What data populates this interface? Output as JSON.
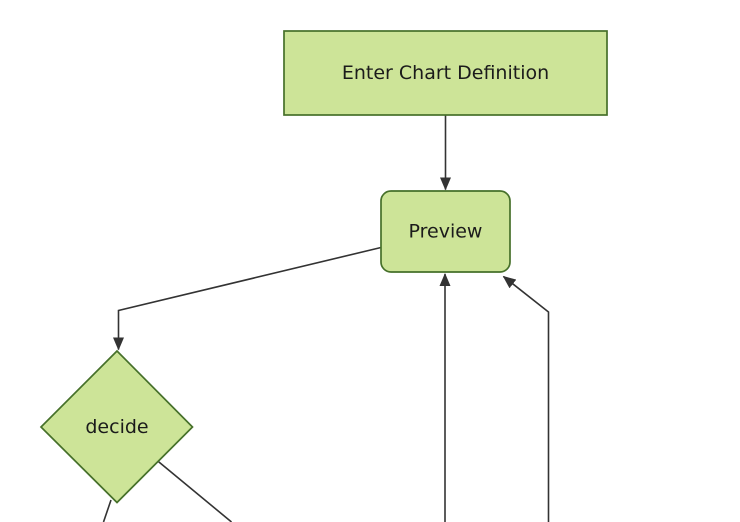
{
  "diagram": {
    "type": "flowchart",
    "direction": "top-down",
    "background_color": "#ffffff",
    "node_fill_color": "#cde498",
    "node_border_color": "#46702a",
    "edge_color": "#333333",
    "label_color": "#1b1b1b",
    "nodes": [
      {
        "id": "enter-chart-definition",
        "label": "Enter Chart Definition",
        "shape": "rectangle"
      },
      {
        "id": "preview",
        "label": "Preview",
        "shape": "rounded-rectangle"
      },
      {
        "id": "decide",
        "label": "decide",
        "shape": "diamond"
      }
    ],
    "edges": [
      {
        "from": "enter-chart-definition",
        "to": "preview",
        "arrowhead": true
      },
      {
        "from": "preview",
        "to": "decide",
        "arrowhead": true
      },
      {
        "from": "offscreen-bottom",
        "to": "preview",
        "arrowhead": true
      },
      {
        "from": "offscreen-bottom-right",
        "to": "preview",
        "arrowhead": true
      },
      {
        "from": "decide",
        "to": "offscreen-bottom-left",
        "arrowhead": false
      },
      {
        "from": "decide",
        "to": "offscreen-bottom-right",
        "arrowhead": false
      }
    ]
  }
}
